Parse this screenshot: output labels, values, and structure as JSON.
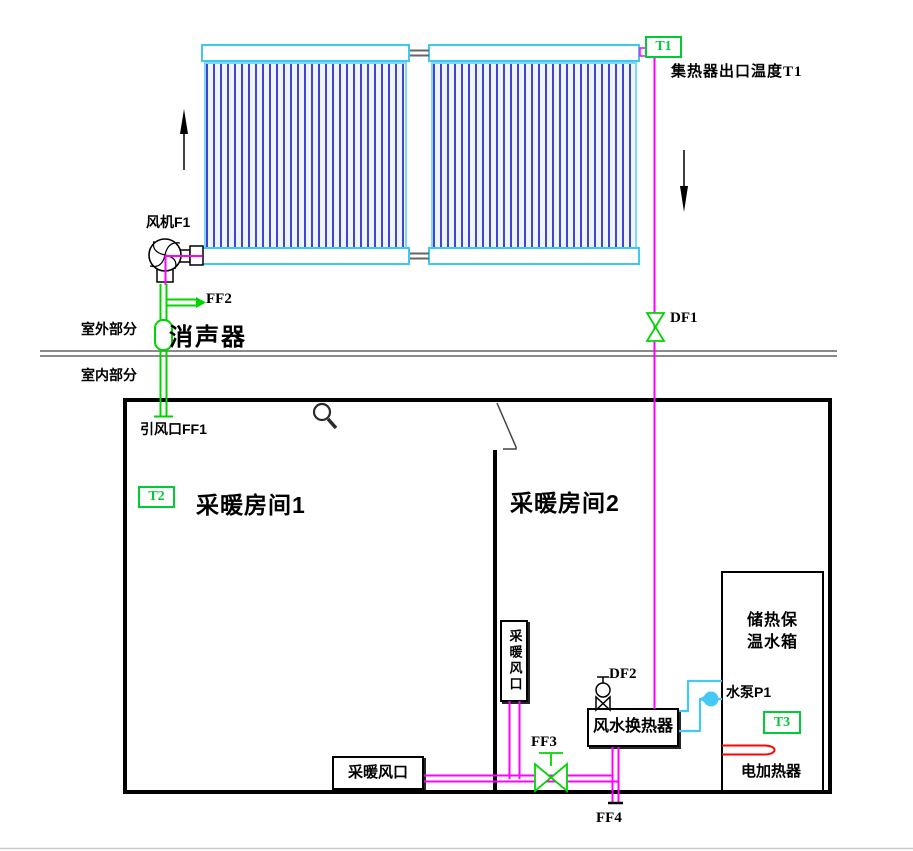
{
  "diagram_title": "solar-air-heating-system-schematic",
  "labels": {
    "t1": "T1",
    "collector_outlet": "集热器出口温度T1",
    "fan": "风机F1",
    "ff2": "FF2",
    "silencer": "消声器",
    "outdoor": "室外部分",
    "indoor": "室内部分",
    "inlet_ff1": "引风口FF1",
    "t2": "T2",
    "room1": "采暖房间1",
    "room2": "采暖房间2",
    "df1": "DF1",
    "df2": "DF2",
    "vent_room2": "采暖风口",
    "vent_room1": "采暖风口",
    "heat_exchanger": "风水换热器",
    "ff3": "FF3",
    "ff4": "FF4",
    "tank_line1": "储热保",
    "tank_line2": "温水箱",
    "pump": "水泵P1",
    "t3": "T3",
    "heater": "电加热器"
  },
  "colors": {
    "pipe_magenta": "#ff00ff",
    "pipe_green": "#00d500",
    "pipe_cyan": "#45c8f5",
    "collector_frame": "#3ec9f0",
    "collector_tube": "#4444cf",
    "heater_red": "#ff0000",
    "wall_gray": "#8a8a8a",
    "sensor_green": "#00cc33"
  }
}
